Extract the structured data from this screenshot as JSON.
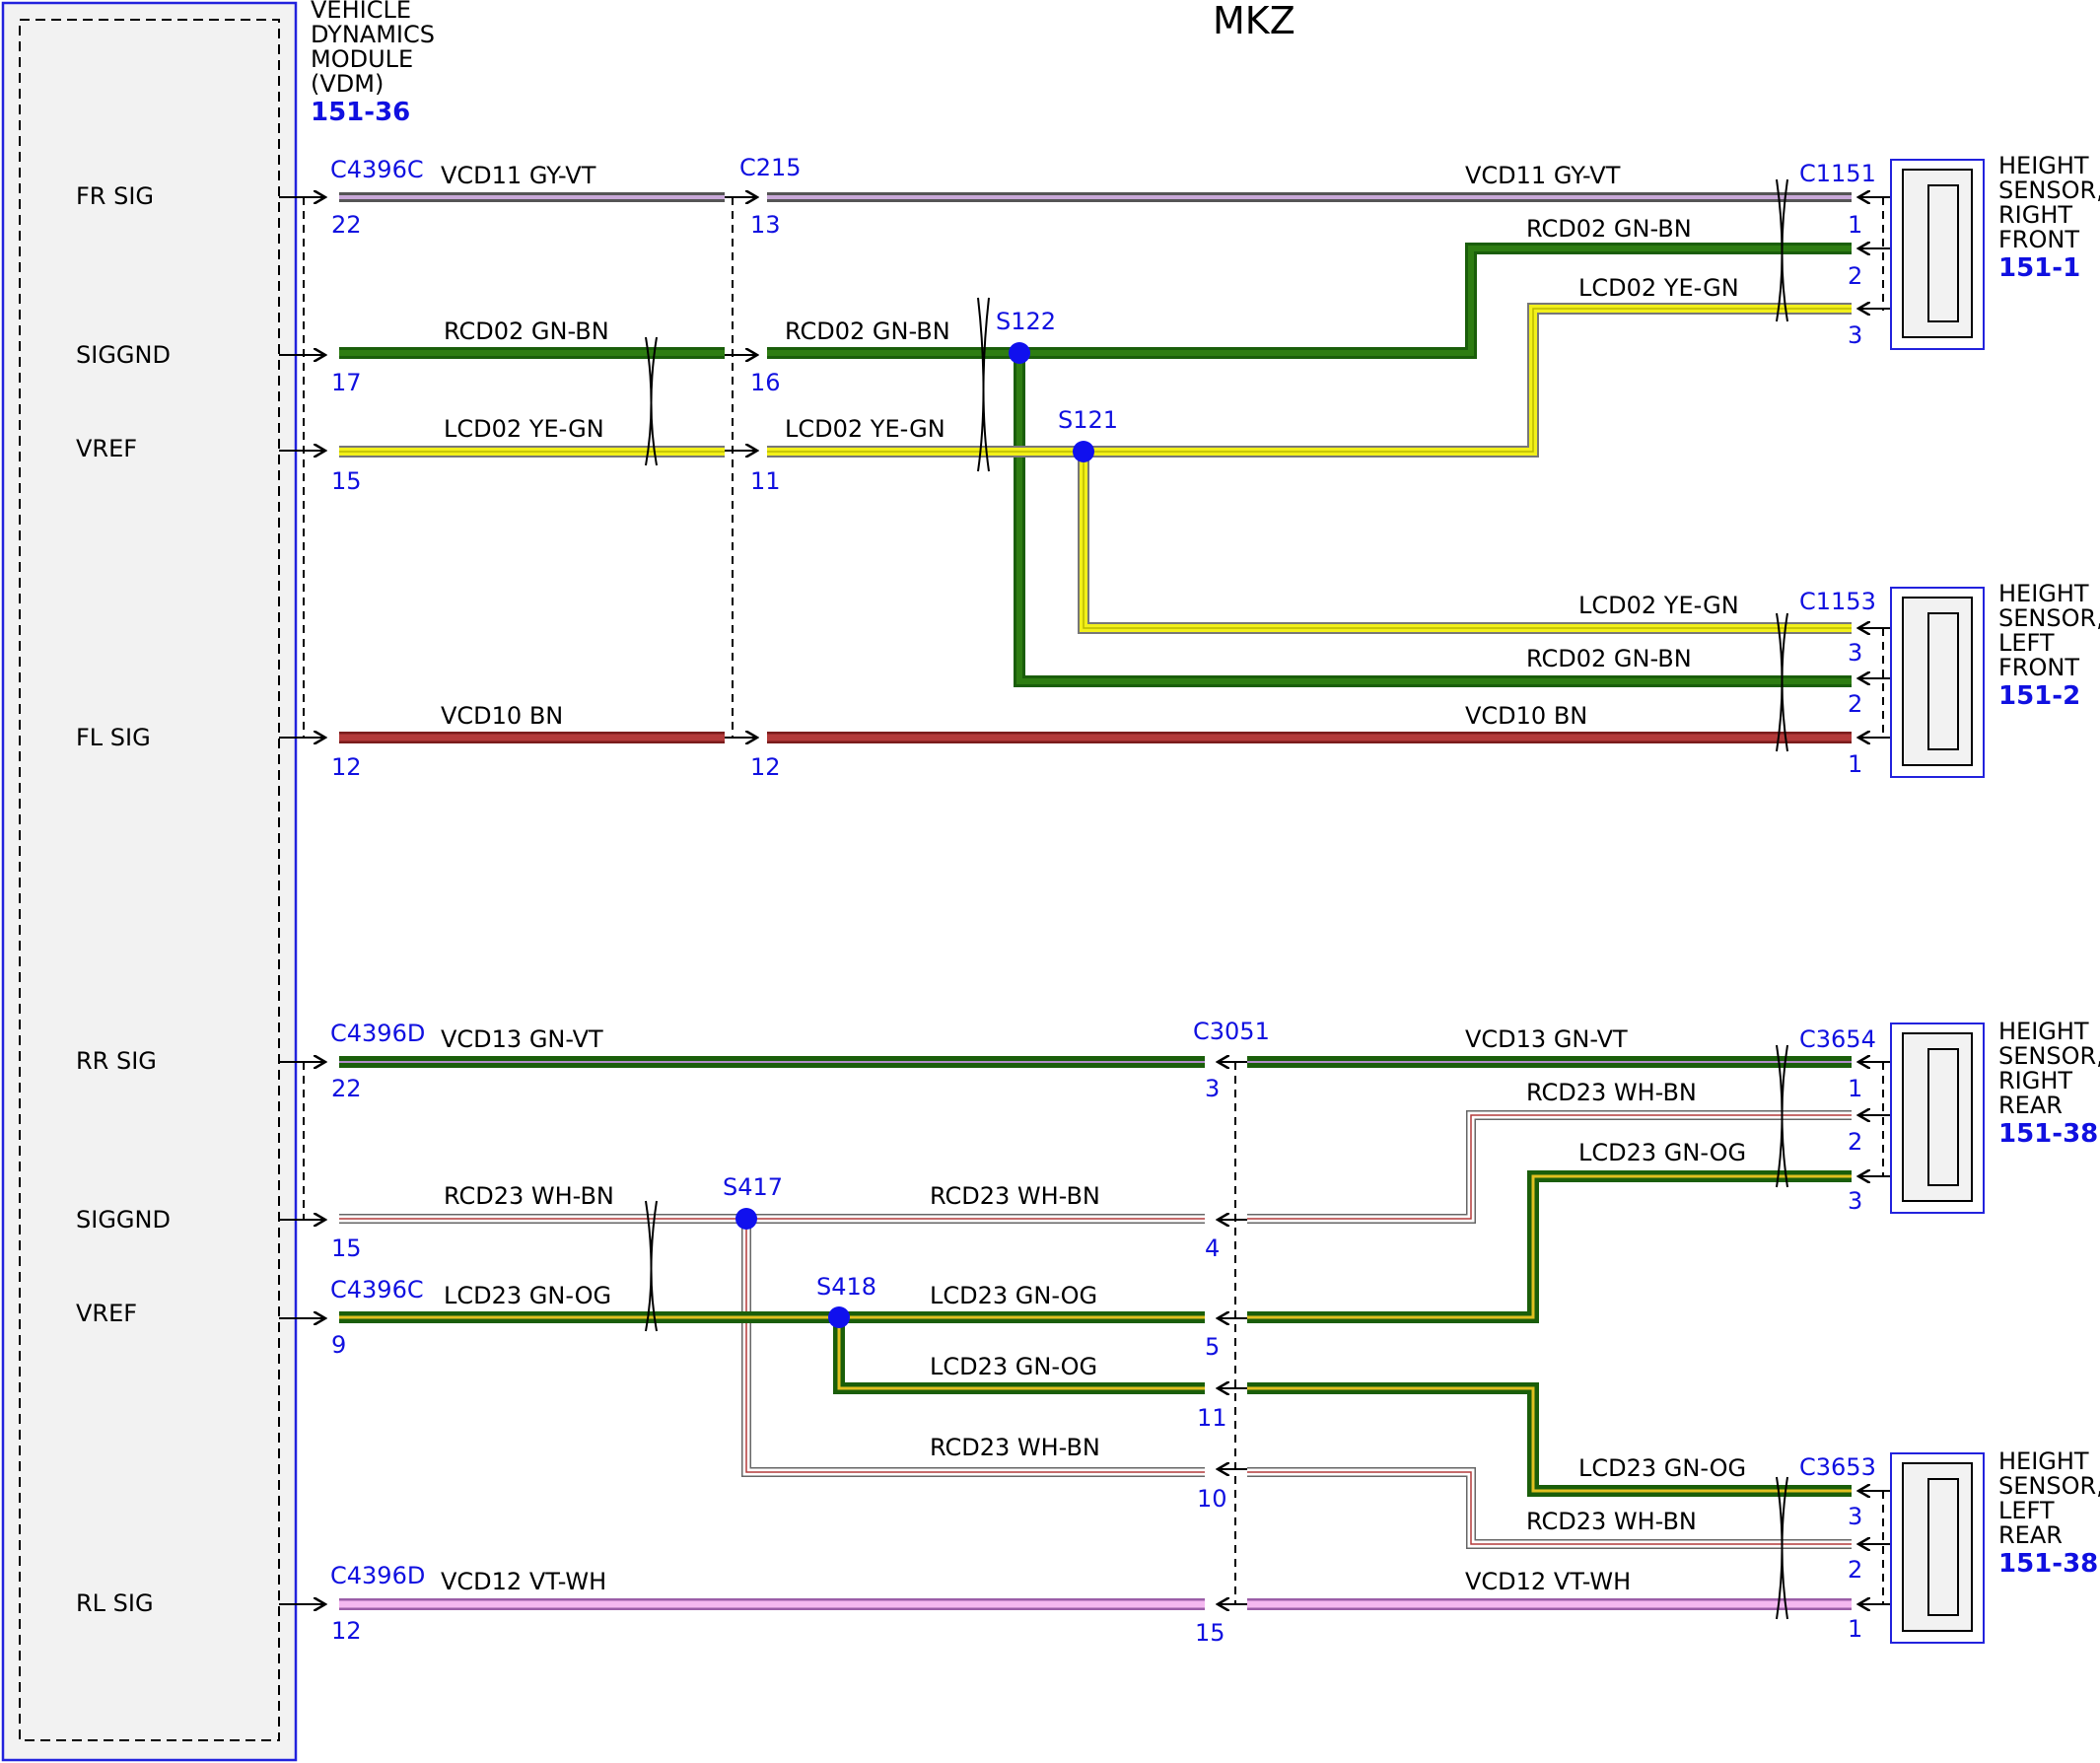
{
  "title": "MKZ",
  "module": {
    "l1": "VEHICLE",
    "l2": "DYNAMICS",
    "l3": "MODULE",
    "l4": "(VDM)",
    "ref": "151-36"
  },
  "pins": {
    "fr": "FR SIG",
    "sg1": "SIGGND",
    "vr1": "VREF",
    "fl": "FL SIG",
    "rr": "RR SIG",
    "sg2": "SIGGND",
    "vr2": "VREF",
    "rl": "RL SIG"
  },
  "conn": {
    "c4396c": "C4396C",
    "c215": "C215",
    "c1151": "C1151",
    "c1153": "C1153",
    "c4396d": "C4396D",
    "c3051": "C3051",
    "c3654": "C3654",
    "c4396c2": "C4396C",
    "c3653": "C3653",
    "c4396d2": "C4396D"
  },
  "splices": {
    "s122": "S122",
    "s121": "S121",
    "s417": "S417",
    "s418": "S418"
  },
  "wires": {
    "vcd11": "VCD11  GY-VT",
    "rcd02": "RCD02  GN-BN",
    "lcd02": "LCD02  YE-GN",
    "vcd10": "VCD10  BN",
    "vcd13": "VCD13  GN-VT",
    "rcd23": "RCD23  WH-BN",
    "lcd23": "LCD23  GN-OG",
    "vcd12": "VCD12  VT-WH"
  },
  "nums": {
    "n22": "22",
    "n17": "17",
    "n15": "15",
    "n12": "12",
    "n13": "13",
    "n16": "16",
    "n11": "11",
    "n1": "1",
    "n2": "2",
    "n3": "3",
    "n4": "4",
    "n5": "5",
    "n9": "9",
    "n10": "10"
  },
  "sensors": {
    "rf": {
      "l1": "HEIGHT",
      "l2": "SENSOR,",
      "l3": "RIGHT",
      "l4": "FRONT",
      "ref": "151-1"
    },
    "lf": {
      "l1": "HEIGHT",
      "l2": "SENSOR,",
      "l3": "LEFT",
      "l4": "FRONT",
      "ref": "151-2"
    },
    "rr": {
      "l1": "HEIGHT",
      "l2": "SENSOR,",
      "l3": "RIGHT",
      "l4": "REAR",
      "ref": "151-38"
    },
    "lr": {
      "l1": "HEIGHT",
      "l2": "SENSOR,",
      "l3": "LEFT",
      "l4": "REAR",
      "ref": "151-38"
    }
  }
}
